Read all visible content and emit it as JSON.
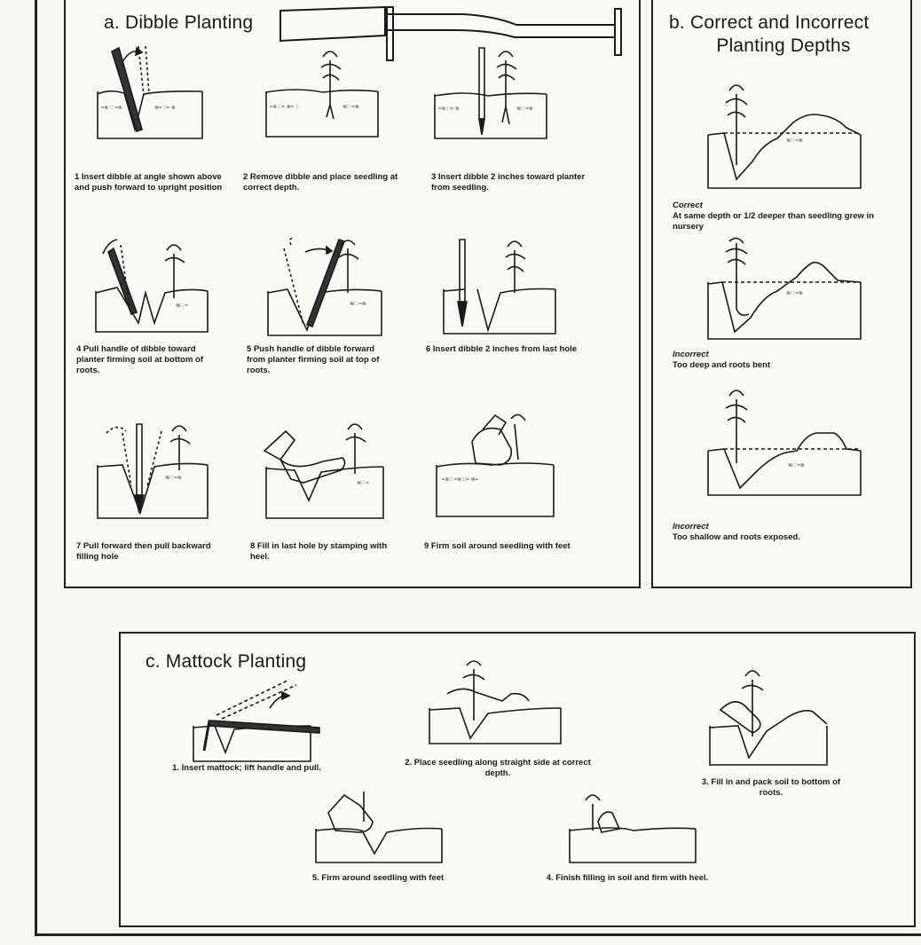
{
  "panel_a": {
    "title": "a.  Dibble Planting",
    "steps": [
      {
        "caption": "1 Insert dibble at angle shown above and push forward to upright position"
      },
      {
        "caption": "2 Remove dibble and place seedling at correct depth."
      },
      {
        "caption": "3 Insert dibble 2 inches toward planter from seedling."
      },
      {
        "caption": "4 Pull handle of dibble toward planter firming soil at bottom of roots."
      },
      {
        "caption": "5 Push handle of dibble forward from planter firming soil at top of roots."
      },
      {
        "caption": "6 Insert dibble 2 inches from last hole"
      },
      {
        "caption": "7 Pull forward then pull backward filling hole"
      },
      {
        "caption": "8 Fill in last hole by stamping with heel."
      },
      {
        "caption": "9 Firm soil around seedling with feet"
      }
    ]
  },
  "panel_b": {
    "title_line1": "b. Correct and Incorrect",
    "title_line2": "Planting Depths",
    "cases": [
      {
        "label": "Correct",
        "text": "At same depth or 1/2 deeper than seedling grew in nursery"
      },
      {
        "label": "Incorrect",
        "text": "Too deep and roots bent"
      },
      {
        "label": "Incorrect",
        "text": "Too shallow and roots exposed."
      }
    ]
  },
  "panel_c": {
    "title": "c.  Mattock Planting",
    "steps": [
      {
        "caption": "1. Insert mattock; lift handle and pull."
      },
      {
        "caption": "2. Place seedling along straight side at correct depth."
      },
      {
        "caption": "3. Fill in and pack soil to bottom of roots."
      },
      {
        "caption": "4. Finish filling in soil and firm with heel."
      },
      {
        "caption": "5. Firm around seedling with feet"
      }
    ]
  }
}
